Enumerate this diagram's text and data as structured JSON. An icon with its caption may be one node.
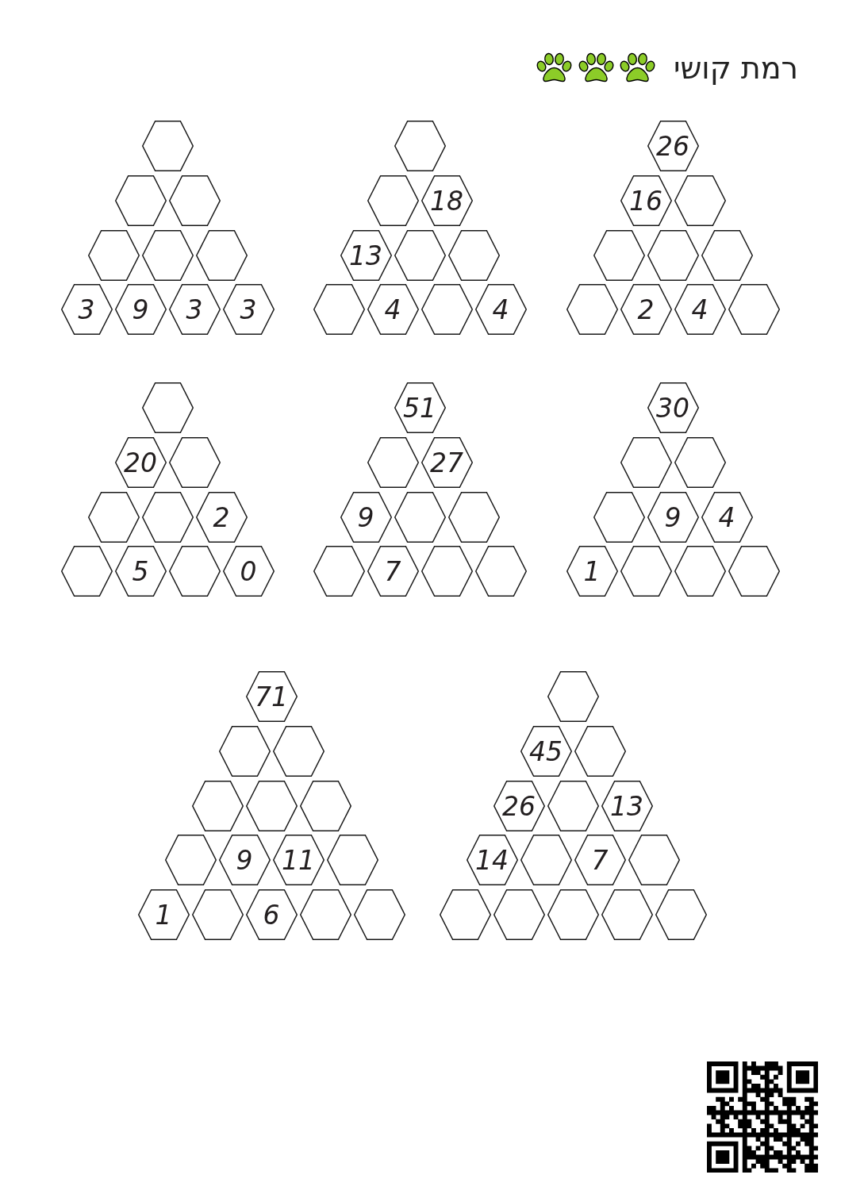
{
  "diagram": {
    "title": "רמת קושי",
    "nodes": [
      {
        "text": [],
        "shape": "hexagon"
      },
      {
        "text": [],
        "shape": "hexagon"
      },
      {
        "text": [],
        "shape": "hexagon"
      },
      {
        "text": [],
        "shape": "hexagon"
      },
      {
        "text": [],
        "shape": "hexagon"
      },
      {
        "text": [],
        "shape": "hexagon"
      },
      {
        "text": [
          "3"
        ]
      },
      {
        "text": [
          "9"
        ]
      },
      {
        "text": [
          "3"
        ]
      },
      {
        "text": [
          "3"
        ]
      },
      {
        "text": [],
        "shape": "hexagon"
      },
      {
        "text": [],
        "shape": "hexagon"
      },
      {
        "text": [
          "18"
        ]
      },
      {
        "text": [
          "13"
        ]
      },
      {
        "text": [],
        "shape": "hexagon"
      },
      {
        "text": [],
        "shape": "hexagon"
      },
      {
        "text": [],
        "shape": "hexagon"
      },
      {
        "text": [
          "4"
        ]
      },
      {
        "text": [],
        "shape": "hexagon"
      },
      {
        "text": [
          "4"
        ]
      },
      {
        "text": [
          "26"
        ]
      },
      {
        "text": [
          "16"
        ]
      },
      {
        "text": [],
        "shape": "hexagon"
      },
      {
        "text": [],
        "shape": "hexagon"
      },
      {
        "text": [],
        "shape": "hexagon"
      },
      {
        "text": [],
        "shape": "hexagon"
      },
      {
        "text": [],
        "shape": "hexagon"
      },
      {
        "text": [
          "2"
        ]
      },
      {
        "text": [
          "4"
        ]
      },
      {
        "text": [],
        "shape": "hexagon"
      },
      {
        "text": [],
        "shape": "hexagon"
      },
      {
        "text": [
          "20"
        ]
      },
      {
        "text": [],
        "shape": "hexagon"
      },
      {
        "text": [],
        "shape": "hexagon"
      },
      {
        "text": [],
        "shape": "hexagon"
      },
      {
        "text": [
          "2"
        ]
      },
      {
        "text": [],
        "shape": "hexagon"
      },
      {
        "text": [
          "5"
        ]
      },
      {
        "text": [],
        "shape": "hexagon"
      },
      {
        "text": [
          "0"
        ]
      },
      {
        "text": [
          "51"
        ]
      },
      {
        "text": [],
        "shape": "hexagon"
      },
      {
        "text": [
          "27"
        ]
      },
      {
        "text": [
          "9"
        ]
      },
      {
        "text": [],
        "shape": "hexagon"
      },
      {
        "text": [],
        "shape": "hexagon"
      },
      {
        "text": [],
        "shape": "hexagon"
      },
      {
        "text": [
          "7"
        ]
      },
      {
        "text": [],
        "shape": "hexagon"
      },
      {
        "text": [],
        "shape": "hexagon"
      },
      {
        "text": [
          "30"
        ]
      },
      {
        "text": [],
        "shape": "hexagon"
      },
      {
        "text": [],
        "shape": "hexagon"
      },
      {
        "text": [],
        "shape": "hexagon"
      },
      {
        "text": [
          "9"
        ]
      },
      {
        "text": [
          "4"
        ]
      },
      {
        "text": [
          "1"
        ]
      },
      {
        "text": [],
        "shape": "hexagon"
      },
      {
        "text": [],
        "shape": "hexagon"
      },
      {
        "text": [],
        "shape": "hexagon"
      },
      {
        "text": [
          "71"
        ]
      },
      {
        "text": [],
        "shape": "hexagon"
      },
      {
        "text": [],
        "shape": "hexagon"
      },
      {
        "text": [],
        "shape": "hexagon"
      },
      {
        "text": [],
        "shape": "hexagon"
      },
      {
        "text": [],
        "shape": "hexagon"
      },
      {
        "text": [],
        "shape": "hexagon"
      },
      {
        "text": [
          "9"
        ]
      },
      {
        "text": [
          "11"
        ]
      },
      {
        "text": [],
        "shape": "hexagon"
      },
      {
        "text": [
          "1"
        ]
      },
      {
        "text": [],
        "shape": "hexagon"
      },
      {
        "text": [
          "6"
        ]
      },
      {
        "text": [],
        "shape": "hexagon"
      },
      {
        "text": [],
        "shape": "hexagon"
      },
      {
        "text": [],
        "shape": "hexagon"
      },
      {
        "text": [
          "45"
        ]
      },
      {
        "text": [],
        "shape": "hexagon"
      },
      {
        "text": [
          "26"
        ]
      },
      {
        "text": [],
        "shape": "hexagon"
      },
      {
        "text": [
          "13"
        ]
      },
      {
        "text": [
          "14"
        ]
      },
      {
        "text": [],
        "shape": "hexagon"
      },
      {
        "text": [
          "7"
        ]
      },
      {
        "text": [],
        "shape": "hexagon"
      },
      {
        "text": [],
        "shape": "hexagon"
      },
      {
        "text": [],
        "shape": "hexagon"
      },
      {
        "text": [],
        "shape": "hexagon"
      },
      {
        "text": [],
        "shape": "hexagon"
      },
      {
        "text": [],
        "shape": "hexagon"
      }
    ]
  }
}
